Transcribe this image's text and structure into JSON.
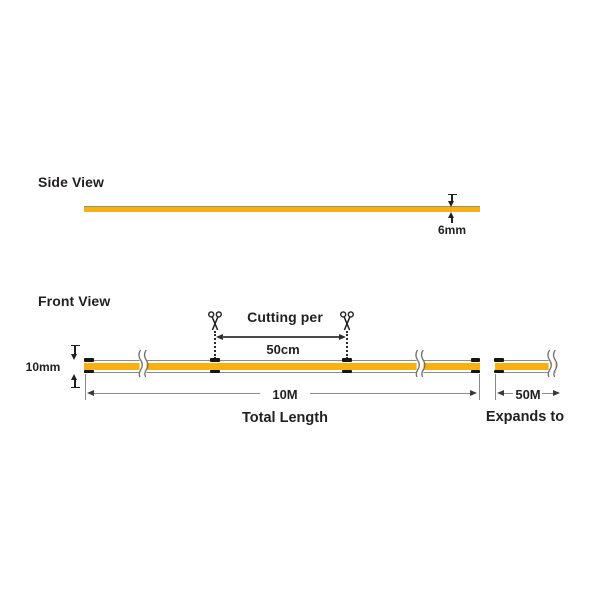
{
  "colors": {
    "strip": "#F9B013",
    "outline": "#8C8C8C",
    "ink": "#231F20",
    "dim_line": "#8A8A8A"
  },
  "side_view": {
    "label": "Side View",
    "thickness": "6mm"
  },
  "front_view": {
    "label": "Front View",
    "strip_width": "10mm",
    "cutting": {
      "label": "Cutting per",
      "interval": "50cm"
    },
    "total": {
      "value": "10M",
      "label": "Total Length"
    },
    "expand": {
      "value": "50M",
      "label": "Expands to"
    }
  }
}
